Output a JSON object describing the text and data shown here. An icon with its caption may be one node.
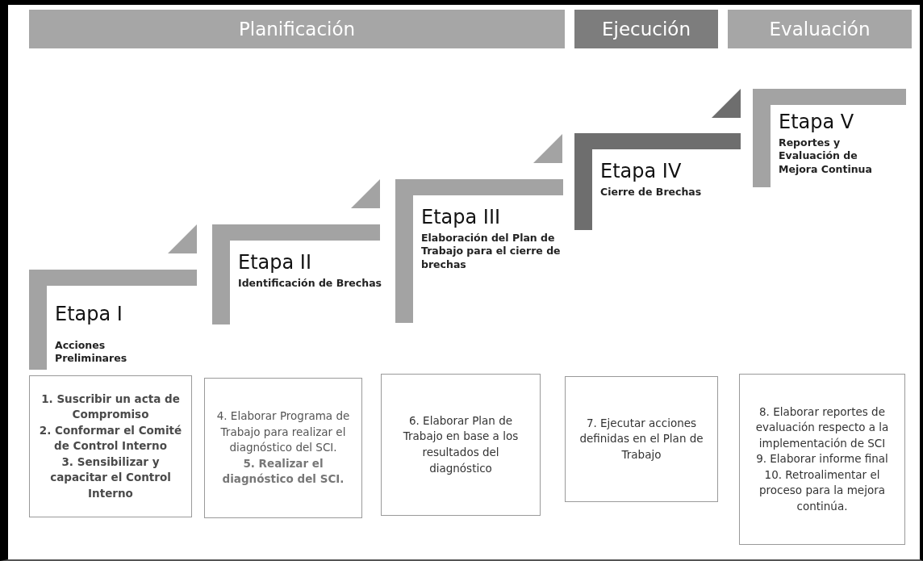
{
  "diagram": {
    "nodes": [
      {
        "text": [
          "Planificación"
        ]
      },
      {
        "text": [
          "Ejecución"
        ]
      },
      {
        "text": [
          "Evaluación"
        ]
      },
      {
        "text": [
          "Etapa I",
          "Acciones Preliminares"
        ]
      },
      {
        "text": [
          "Etapa II",
          "Identificación de Brechas"
        ]
      },
      {
        "text": [
          "Etapa III",
          "Elaboración del Plan de Trabajo para el cierre de brechas"
        ]
      },
      {
        "text": [
          "Etapa IV",
          "Cierre de Brechas"
        ]
      },
      {
        "text": [
          "Etapa V",
          "Reportes y Evaluación de Mejora Continua"
        ]
      },
      {
        "text": [
          "1. Suscribir un acta de Compromiso",
          "2. Conformar el Comité de Control Interno",
          "3. Sensibilizar y capacitar el Control Interno"
        ]
      },
      {
        "text": [
          "4. Elaborar Programa de Trabajo para realizar el diagnóstico del SCI.",
          "5. Realizar el diagnóstico del SCI."
        ]
      },
      {
        "text": [
          "6.  Elaborar Plan de Trabajo en base a los resultados del diagnóstico"
        ]
      },
      {
        "text": [
          "7. Ejecutar acciones definidas en el Plan de Trabajo"
        ]
      },
      {
        "text": [
          "8. Elaborar reportes de evaluación respecto a la implementación de SCI",
          "9. Elaborar informe final",
          "10. Retroalimentar el proceso para la mejora continúa."
        ]
      }
    ],
    "edges": []
  }
}
